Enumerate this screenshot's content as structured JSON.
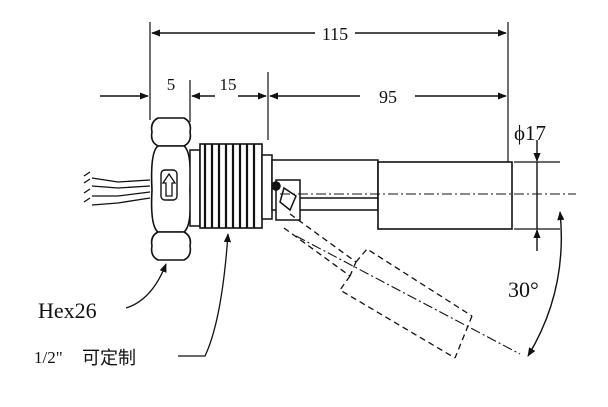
{
  "diagram": {
    "dimensions": {
      "overall_length": "115",
      "hex_thickness": "5",
      "thread_length": "15",
      "float_length": "95",
      "diameter": "ϕ17",
      "swing_angle": "30°"
    },
    "callouts": {
      "hex": "Hex26",
      "thread_prefix": "1/2\"",
      "thread_note": "可定制"
    }
  }
}
